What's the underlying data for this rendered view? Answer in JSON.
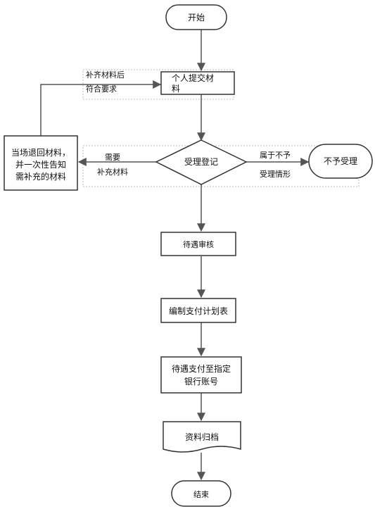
{
  "nodes": {
    "start": "开始",
    "submit_line1": "个人提交材",
    "submit_line2": "料",
    "register": "受理登记",
    "not_accept": "不予受理",
    "return_line1": "当场退回材料，",
    "return_line2": "并一次性告知",
    "return_line3": "需补充的材料",
    "pending_review": "待遇审核",
    "compile_plan": "编制支付计划表",
    "pay_line1": "待遇支付至指定",
    "pay_line2": "银行账号",
    "archive": "资料归档",
    "end": "结束"
  },
  "edge_labels": {
    "resubmit_line1": "补齐材料后",
    "resubmit_line2": "符合要求",
    "need_line1": "需要",
    "need_line2": "补充材料",
    "reject_line1": "属于不予",
    "reject_line2": "受理情形"
  }
}
